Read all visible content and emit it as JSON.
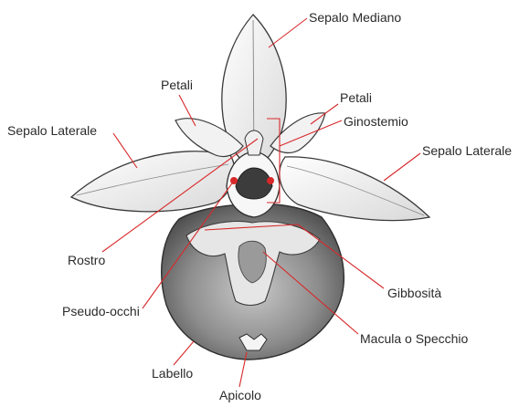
{
  "labels": {
    "sepalo_mediano": "Sepalo Mediano",
    "petali_left": "Petali",
    "petali_right": "Petali",
    "ginostemio": "Ginostemio",
    "sepalo_laterale_left": "Sepalo Laterale",
    "sepalo_laterale_right": "Sepalo Laterale",
    "rostro": "Rostro",
    "pseudo_occhi": "Pseudo-occhi",
    "gibbosita": "Gibbosità",
    "macula": "Macula o Specchio",
    "labello": "Labello",
    "apicolo": "Apicolo"
  },
  "colors": {
    "leader_line": "#d8282a",
    "petal_fill": "#f3f3f3",
    "outline": "#3a3a3a",
    "labellum_dark": "#6d6d6d"
  }
}
